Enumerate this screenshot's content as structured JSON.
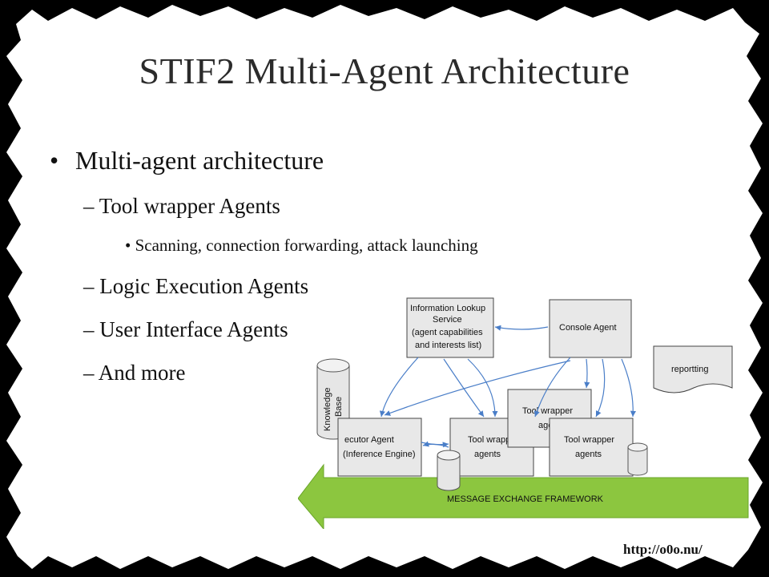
{
  "title": "STIF2 Multi-Agent Architecture",
  "bullets": {
    "level1": "Multi-agent architecture",
    "tool_wrapper": "Tool wrapper Agents",
    "tool_wrapper_sub": "Scanning, connection forwarding, attack launching",
    "logic": "Logic Execution Agents",
    "ui": "User Interface Agents",
    "more": "And more"
  },
  "diagram": {
    "info_lookup": [
      "Information Lookup",
      "Service",
      "(agent capabilities",
      "and interests list)"
    ],
    "console": "Console Agent",
    "reporting": "reportting",
    "knowledge_base": [
      "Knowledge",
      "Base"
    ],
    "executor": [
      "ecutor Agent",
      "(Inference Engine)"
    ],
    "tool_wrapper_1": [
      "Tool wrapp",
      "agents"
    ],
    "tool_wrapper_2": [
      "Tool wrapper",
      "age"
    ],
    "tool_wrapper_3": [
      "Tool wrapper",
      "agents"
    ],
    "message_framework": "MESSAGE EXCHANGE FRAMEWORK"
  },
  "footer_url": "http://o0o.nu/",
  "colors": {
    "background": "#ffffff",
    "frame": "#000000",
    "arrow_green": "#8cc63f",
    "connector_blue": "#4a7ec8"
  }
}
